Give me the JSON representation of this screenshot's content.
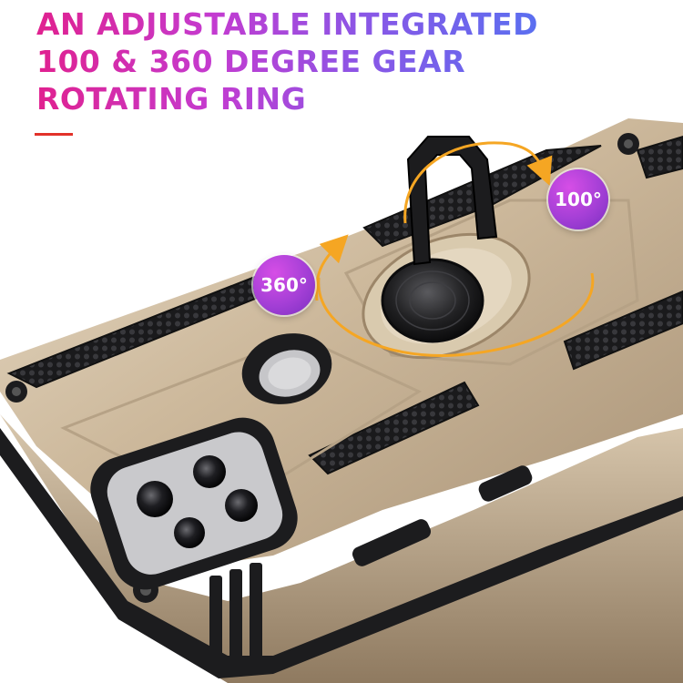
{
  "headline": {
    "lines": [
      "AN ADJUSTABLE INTEGRATED",
      "100 & 360 DEGREE GEAR",
      "ROTATING RING"
    ]
  },
  "badges": {
    "rotation": "360°",
    "tilt": "100°"
  },
  "colors": {
    "gradient_start": "#e0218f",
    "gradient_end": "#5a6ff0",
    "accent_bar": "#e2322a",
    "case_gold": "#cbb79c",
    "case_black": "#1c1c1e",
    "arrow": "#f5a623",
    "badge_purple": "#a43fd6"
  }
}
